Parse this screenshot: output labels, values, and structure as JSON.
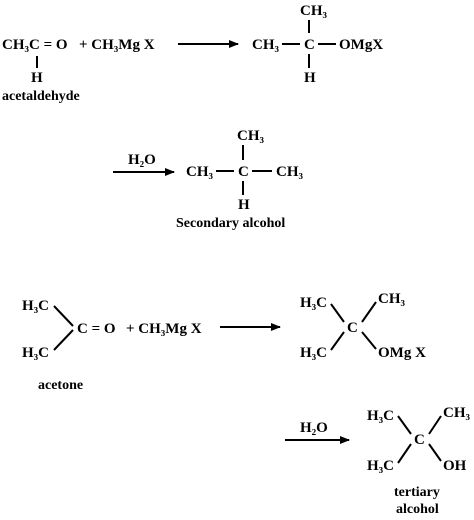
{
  "reaction1": {
    "reactant": "CH₃C = O",
    "reactant_h": "H",
    "reactant_name": "acetaldehyde",
    "reagent": "+ CH₃Mg X",
    "product_ch3_top": "CH₃",
    "product_ch3_left": "CH₃",
    "product_c": "C",
    "product_omgx": "OMgX",
    "product_h": "H"
  },
  "hydrolysis1": {
    "reagent": "H₂O",
    "ch3_top": "CH₃",
    "ch3_left": "CH₃",
    "c": "C",
    "ch3_right": "CH₃",
    "h": "H",
    "product_name": "Secondary alcohol"
  },
  "reaction2": {
    "reactant_ch3_top": "H₃C",
    "reactant_ch3_bottom": "H₃C",
    "reactant_co": "C = O",
    "reagent": "+ CH₃Mg X",
    "reactant_name": "acetone",
    "product_ch3_top_left": "H₃C",
    "product_ch3_bottom_left": "H₃C",
    "product_c": "C",
    "product_ch3_top_right": "CH₃",
    "product_omgx": "OMg X"
  },
  "hydrolysis2": {
    "reagent": "H₂O",
    "ch3_top_left": "H₃C",
    "ch3_bottom_left": "H₃C",
    "c": "C",
    "ch3_top_right": "CH₃",
    "oh": "OH",
    "product_name_line1": "tertiary",
    "product_name_line2": "alcohol"
  }
}
